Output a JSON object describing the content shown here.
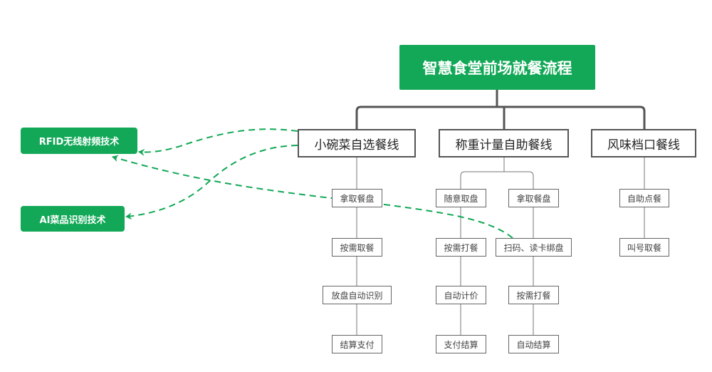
{
  "root": {
    "label": "智慧食堂前场就餐流程"
  },
  "lines": [
    {
      "label": "小碗菜自选餐线",
      "steps": [
        "拿取餐盘",
        "按需取餐",
        "放盘自动识别",
        "结算支付"
      ]
    },
    {
      "label": "称重计量自助餐线",
      "branch_a": [
        "随意取盘",
        "按需打餐",
        "自动计价",
        "支付结算"
      ],
      "branch_b": [
        "拿取餐盘",
        "扫码、读卡绑盘",
        "按需打餐",
        "自动结算"
      ]
    },
    {
      "label": "风味档口餐线",
      "steps": [
        "自助点餐",
        "叫号取餐"
      ]
    }
  ],
  "technologies": [
    {
      "label": "RFID无线射频技术"
    },
    {
      "label": "AI菜品识别技术"
    }
  ],
  "colors": {
    "accent": "#12a857",
    "connector": "#555555"
  }
}
